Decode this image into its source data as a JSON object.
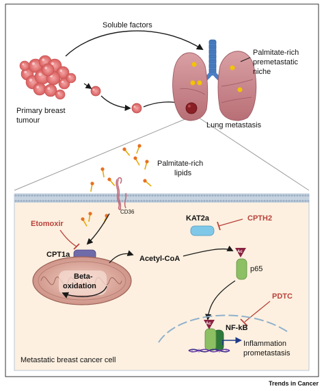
{
  "labels": {
    "soluble_factors": "Soluble factors",
    "primary_tumour_line1": "Primary breast",
    "primary_tumour_line2": "tumour",
    "niche_line1": "Palmitate-rich",
    "niche_line2": "premetastatic",
    "niche_line3": "niche",
    "lung_metastasis": "Lung metastasis",
    "lipids_line1": "Palmitate-rich",
    "lipids_line2": "lipids",
    "cd36": "CD36",
    "etomoxir": "Etomoxir",
    "cpt1a": "CPT1a",
    "beta_ox_line1": "Beta-",
    "beta_ox_line2": "oxidation",
    "acetyl_coa": "Acetyl-CoA",
    "kat2a": "KAT2a",
    "cpth2": "CPTH2",
    "p65": "p65",
    "ac": "Ac",
    "pdtc": "PDTC",
    "nfkb": "NF-kB",
    "outcome_line1": "Inflammation",
    "outcome_line2": "prometastasis",
    "cell_label": "Metastatic breast cancer cell"
  },
  "footer": {
    "brand": "Trends in Cancer"
  },
  "colors": {
    "inhibitor_red": "#b8413a",
    "lung_pink": "#c9878c",
    "tumour_pink": "#e07a7a",
    "cell_background": "#fdf0e0",
    "membrane_blue": "#b9c7d6",
    "cpt1a_purple": "#6f6aa8",
    "kat2a_blue": "#7fc8e8",
    "p65_green": "#8cc063",
    "ac_maroon": "#8a2240",
    "nfkb_dark_green": "#2f7a3a",
    "lipid_yellow": "#f0b800"
  },
  "icons": [
    "tumour-cluster-icon",
    "lung-icon",
    "mitochondrion-icon",
    "dna-icon",
    "receptor-icon"
  ]
}
